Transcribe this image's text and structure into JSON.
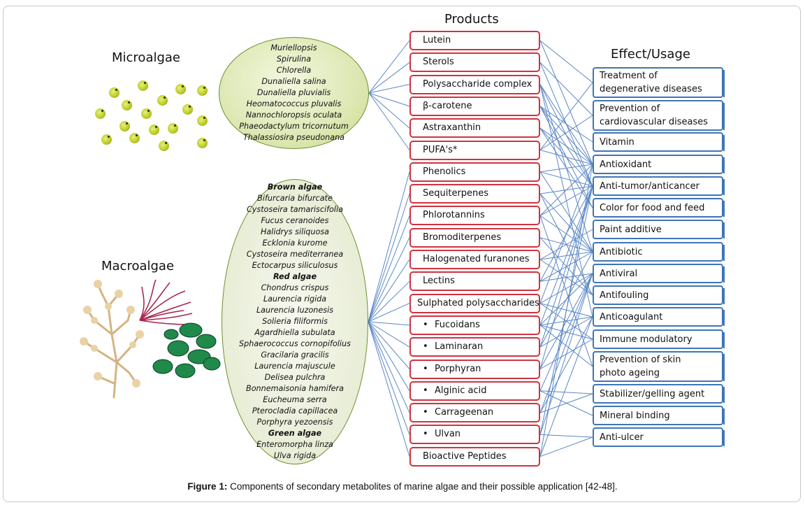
{
  "headings": {
    "products": "Products",
    "effects": "Effect/Usage",
    "microalgae": "Microalgae",
    "macroalgae": "Macroalgae"
  },
  "microalgae_species": [
    "Muriellopsis",
    "Spirulina",
    "Chlorella",
    "Dunaliella salina",
    "Dunaliella pluvialis",
    "Heomatococcus pluvalis",
    "Nannochloropsis oculata",
    "Phaeodactylum tricornutum",
    "Thalassiosira pseudonana"
  ],
  "macroalgae_groups": [
    {
      "group": "Brown algae",
      "species": [
        "Bifurcaria bifurcate",
        "Cystoseira tamariscifolia",
        "Fucus ceranoides",
        "Halidrys siliquosa",
        "Ecklonia kurome",
        "Cystoseira mediterranea",
        "Ectocarpus siliculosus"
      ]
    },
    {
      "group": "Red algae",
      "species": [
        "Chondrus crispus",
        "Laurencia rigida",
        "Laurencia luzonesis",
        "Solieria filiformis",
        "Agardhiella subulata",
        "Sphaerococcus cornopifolius",
        "Gracilaria gracilis",
        "Laurencia majuscule",
        "Delisea pulchra",
        "Bonnemaisonia hamifera",
        "Eucheuma serra",
        "Pterocladia capillacea",
        "Porphyra yezoensis"
      ]
    },
    {
      "group": "Green algae",
      "species": [
        "Enteromorpha linza",
        "Ulva rigida"
      ]
    }
  ],
  "products": [
    {
      "label": "Lutein"
    },
    {
      "label": "Sterols"
    },
    {
      "label": "Polysaccharide complex"
    },
    {
      "label": "β-carotene"
    },
    {
      "label": "Astraxanthin"
    },
    {
      "label": "PUFA's*"
    },
    {
      "label": "Phenolics"
    },
    {
      "label": "Sequiterpenes"
    },
    {
      "label": "Phlorotannins"
    },
    {
      "label": "Bromoditerpenes"
    },
    {
      "label": "Halogenated furanones"
    },
    {
      "label": "Lectins"
    },
    {
      "label": "Sulphated polysaccharides"
    },
    {
      "label": "Fucoidans",
      "bullet": "•"
    },
    {
      "label": "Laminaran",
      "bullet": "•"
    },
    {
      "label": "Porphyran",
      "bullet": "•"
    },
    {
      "label": "Alginic acid",
      "bullet": "•"
    },
    {
      "label": "Carrageenan",
      "bullet": "•"
    },
    {
      "label": "Ulvan",
      "bullet": "•"
    },
    {
      "label": "Bioactive Peptides"
    }
  ],
  "effects": [
    {
      "label": "Treatment of\ndegenerative diseases"
    },
    {
      "label": "Prevention of\ncardiovascular diseases"
    },
    {
      "label": "Vitamin"
    },
    {
      "label": "Antioxidant"
    },
    {
      "label": "Anti-tumor/anticancer"
    },
    {
      "label": "Color for food and feed"
    },
    {
      "label": "Paint additive"
    },
    {
      "label": "Antibiotic"
    },
    {
      "label": "Antiviral"
    },
    {
      "label": "Antifouling"
    },
    {
      "label": "Anticoagulant"
    },
    {
      "label": "Immune modulatory"
    },
    {
      "label": "Prevention of skin\nphoto ageing"
    },
    {
      "label": "Stabilizer/gelling agent"
    },
    {
      "label": "Mineral binding"
    },
    {
      "label": "Anti-ulcer"
    }
  ],
  "caption": {
    "label": "Figure 1:",
    "text": " Components of secondary metabolites of marine algae and their possible application [42-48]."
  },
  "colors": {
    "product_border": "#cf3340",
    "effect_border": "#3e75b8",
    "connector": "#5b87c6",
    "ellipse_fill": "#e6efc4",
    "ellipse_border": "#6f8f2f"
  },
  "connections": {
    "micro_to_products": [
      0,
      1,
      2,
      3,
      4,
      5
    ],
    "macro_to_products": [
      6,
      7,
      8,
      9,
      10,
      11,
      12,
      13,
      14,
      15,
      16,
      17,
      18,
      19
    ],
    "product_to_effects": [
      [
        0,
        0
      ],
      [
        0,
        3
      ],
      [
        1,
        1
      ],
      [
        1,
        4
      ],
      [
        2,
        3
      ],
      [
        2,
        4
      ],
      [
        2,
        7
      ],
      [
        2,
        10
      ],
      [
        3,
        2
      ],
      [
        3,
        3
      ],
      [
        3,
        5
      ],
      [
        3,
        4
      ],
      [
        4,
        3
      ],
      [
        4,
        5
      ],
      [
        4,
        4
      ],
      [
        5,
        1
      ],
      [
        5,
        0
      ],
      [
        5,
        3
      ],
      [
        6,
        3
      ],
      [
        6,
        7
      ],
      [
        6,
        4
      ],
      [
        7,
        7
      ],
      [
        7,
        4
      ],
      [
        7,
        9
      ],
      [
        8,
        3
      ],
      [
        8,
        7
      ],
      [
        8,
        4
      ],
      [
        8,
        12
      ],
      [
        9,
        7
      ],
      [
        9,
        9
      ],
      [
        10,
        9
      ],
      [
        10,
        7
      ],
      [
        10,
        6
      ],
      [
        11,
        7
      ],
      [
        11,
        8
      ],
      [
        11,
        4
      ],
      [
        12,
        10
      ],
      [
        12,
        3
      ],
      [
        12,
        8
      ],
      [
        12,
        11
      ],
      [
        13,
        4
      ],
      [
        13,
        8
      ],
      [
        13,
        10
      ],
      [
        13,
        11
      ],
      [
        13,
        12
      ],
      [
        14,
        4
      ],
      [
        14,
        10
      ],
      [
        14,
        7
      ],
      [
        15,
        4
      ],
      [
        15,
        11
      ],
      [
        15,
        8
      ],
      [
        16,
        13
      ],
      [
        16,
        14
      ],
      [
        16,
        8
      ],
      [
        17,
        13
      ],
      [
        17,
        8
      ],
      [
        17,
        10
      ],
      [
        18,
        15
      ],
      [
        18,
        4
      ],
      [
        18,
        8
      ],
      [
        19,
        3
      ],
      [
        19,
        15
      ],
      [
        19,
        10
      ]
    ]
  }
}
